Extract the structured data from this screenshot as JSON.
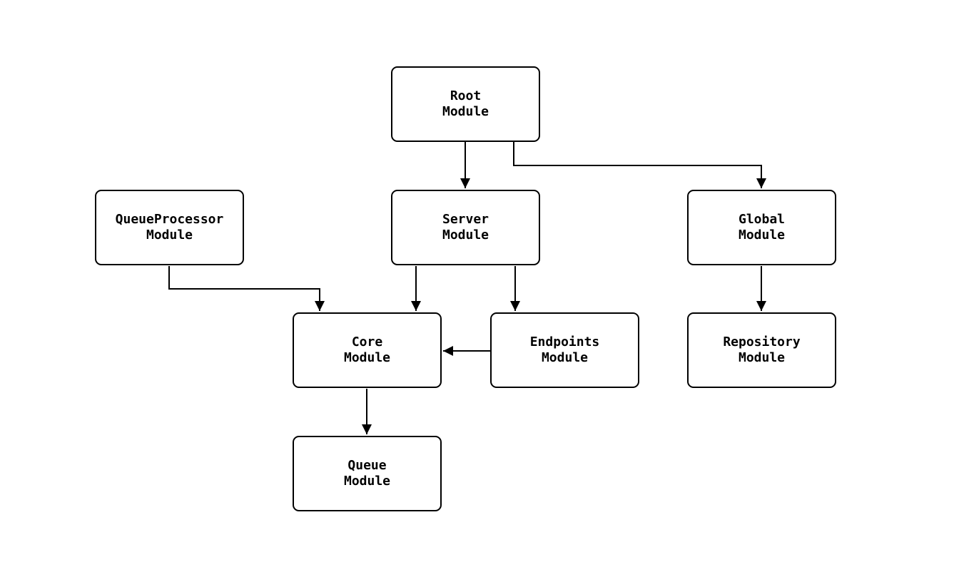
{
  "diagram": {
    "type": "flowchart",
    "background_color": "#ffffff",
    "node_fill_color": "#ffffff",
    "node_border_color": "#000000",
    "edge_color": "#000000",
    "nodes": {
      "root": {
        "label": "Root\nModule"
      },
      "queueprocessor": {
        "label": "QueueProcessor\nModule"
      },
      "server": {
        "label": "Server\nModule"
      },
      "global": {
        "label": "Global\nModule"
      },
      "core": {
        "label": "Core\nModule"
      },
      "endpoints": {
        "label": "Endpoints\nModule"
      },
      "repository": {
        "label": "Repository\nModule"
      },
      "queue": {
        "label": "Queue\nModule"
      }
    },
    "edges": [
      {
        "from": "Root Module",
        "to": "Server Module"
      },
      {
        "from": "Root Module",
        "to": "Global Module"
      },
      {
        "from": "QueueProcessor Module",
        "to": "Core Module"
      },
      {
        "from": "Server Module",
        "to": "Core Module"
      },
      {
        "from": "Server Module",
        "to": "Endpoints Module"
      },
      {
        "from": "Endpoints Module",
        "to": "Core Module"
      },
      {
        "from": "Global Module",
        "to": "Repository Module"
      },
      {
        "from": "Core Module",
        "to": "Queue Module"
      }
    ]
  }
}
